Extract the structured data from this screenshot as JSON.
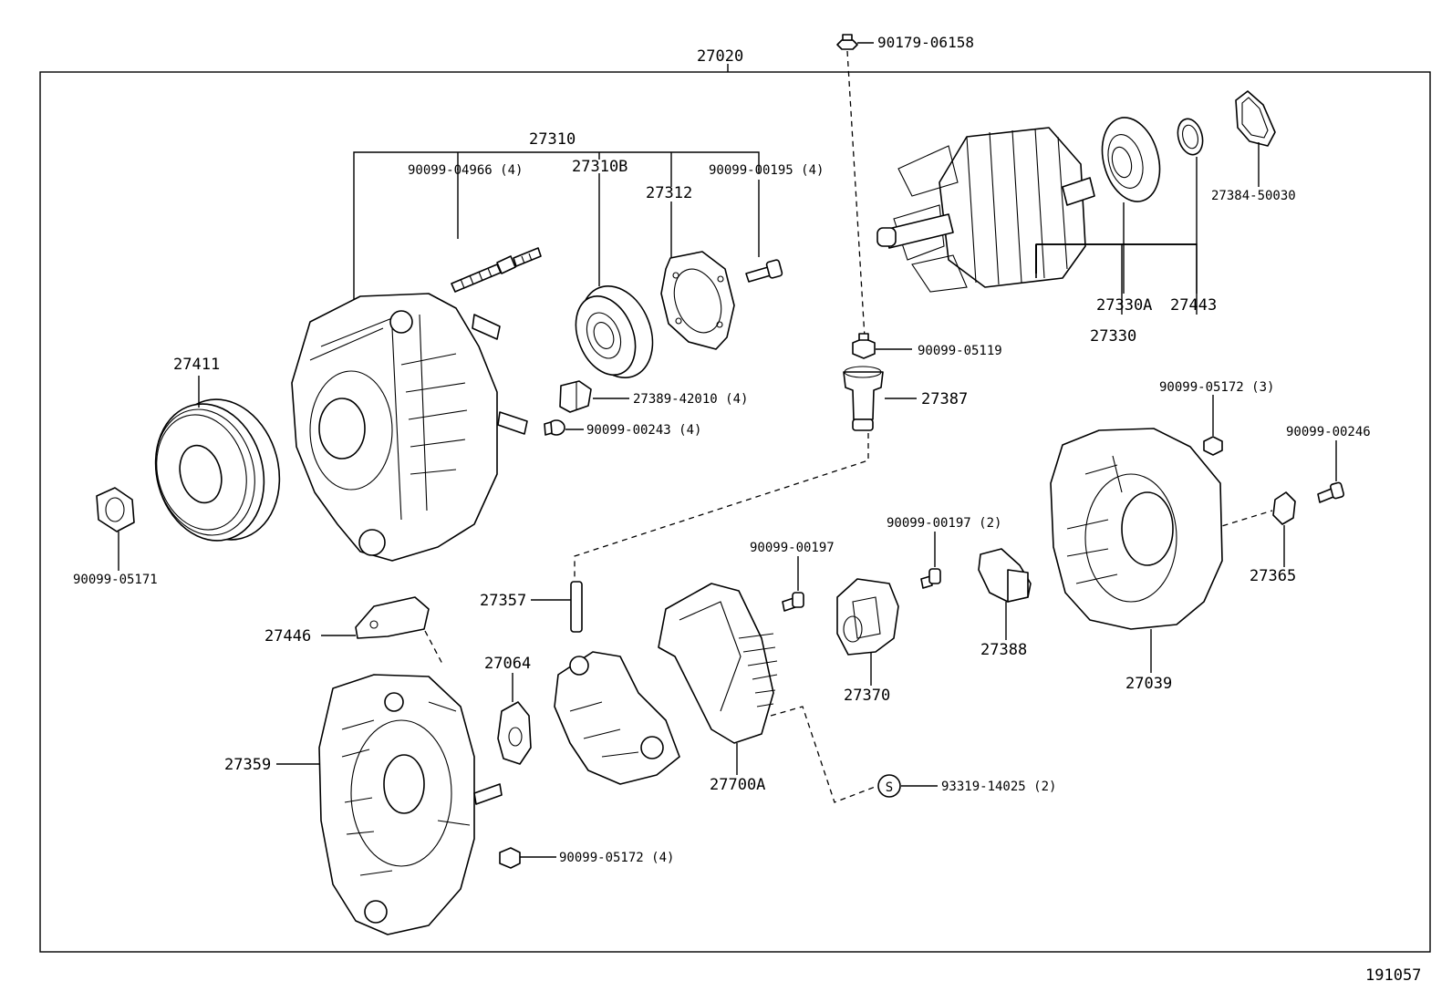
{
  "labels": {
    "assembly": "27020",
    "top_bolt": "90179-06158",
    "drive_frame": "27310",
    "stud": "90099-04966 (4)",
    "bearing_front": "27310B",
    "retainer": "27312",
    "screw_retainer": "90099-00195 (4)",
    "rotor_bearing": "27330A",
    "washer": "27443",
    "rotor": "27330",
    "cover_plate": "27384-50030",
    "pulley": "27411",
    "insulator": "27389-42010 (4)",
    "screw_insulator": "90099-00243 (4)",
    "nut_pulley": "90099-05171",
    "nut_terminal": "90099-05119",
    "terminal_insulator": "27387",
    "nut_rear_cover": "90099-05172 (3)",
    "screw_plug": "90099-00246",
    "plug": "27365",
    "rear_cover": "27039",
    "screw_brush": "90099-00197 (2)",
    "screw_regulator": "90099-00197",
    "brush_holder_cover": "27388",
    "brush_holder": "27370",
    "terminal_bolt": "27357",
    "terminal_plate": "27446",
    "insulator_rectifier": "27064",
    "rectifier_end_frame": "27359",
    "regulator": "27700A",
    "screw_s_badge": "S",
    "screw_s": "93319-14025 (2)",
    "nut_end_frame": "90099-05172 (4)",
    "diagram_id": "191057"
  }
}
